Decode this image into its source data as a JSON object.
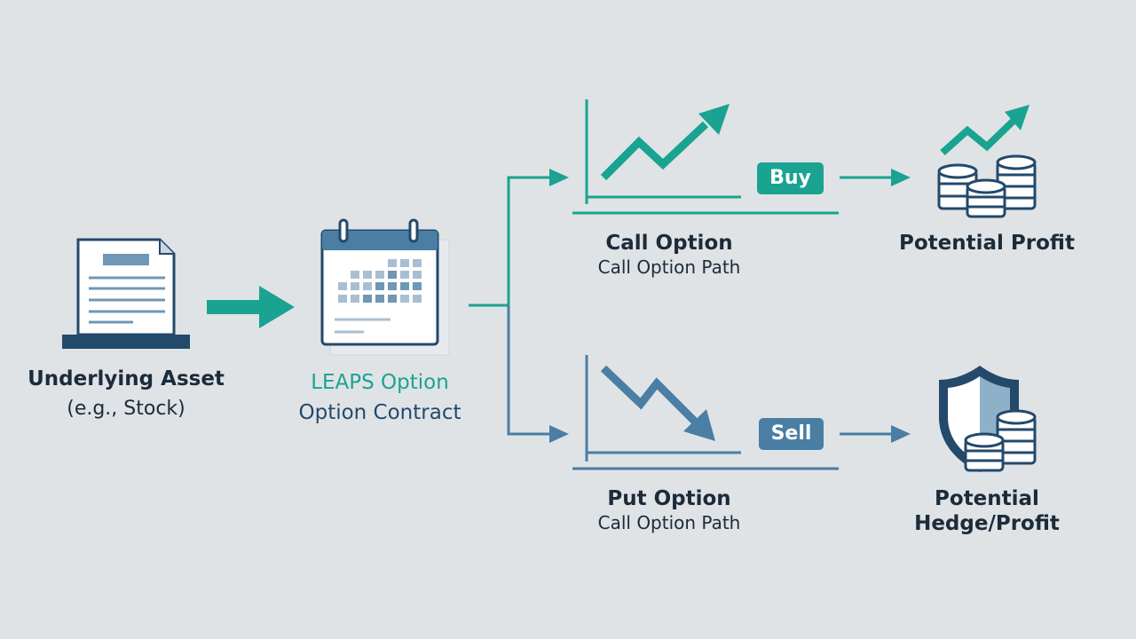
{
  "colors": {
    "background": "#dfe3e6",
    "teal": "#1aa391",
    "blue": "#4a7ea3",
    "navy": "#23496b",
    "text": "#1c2b3a"
  },
  "nodes": {
    "underlying": {
      "title": "Underlying Asset",
      "subtitle": "(e.g., Stock)",
      "icon": "document-icon"
    },
    "leaps": {
      "title": "LEAPS Option",
      "subtitle": "Option Contract",
      "icon": "calendar-icon"
    },
    "call": {
      "title": "Call Option",
      "subtitle": "Call Option Path",
      "icon": "chart-up-icon"
    },
    "put": {
      "title": "Put Option",
      "subtitle": "Call Option Path",
      "icon": "chart-down-icon"
    },
    "profit": {
      "title": "Potential Profit",
      "icon": "coins-rising-icon"
    },
    "hedge": {
      "title_line1": "Potential",
      "title_line2": "Hedge/Profit",
      "icon": "shield-coins-icon"
    }
  },
  "actions": {
    "buy": "Buy",
    "sell": "Sell"
  }
}
